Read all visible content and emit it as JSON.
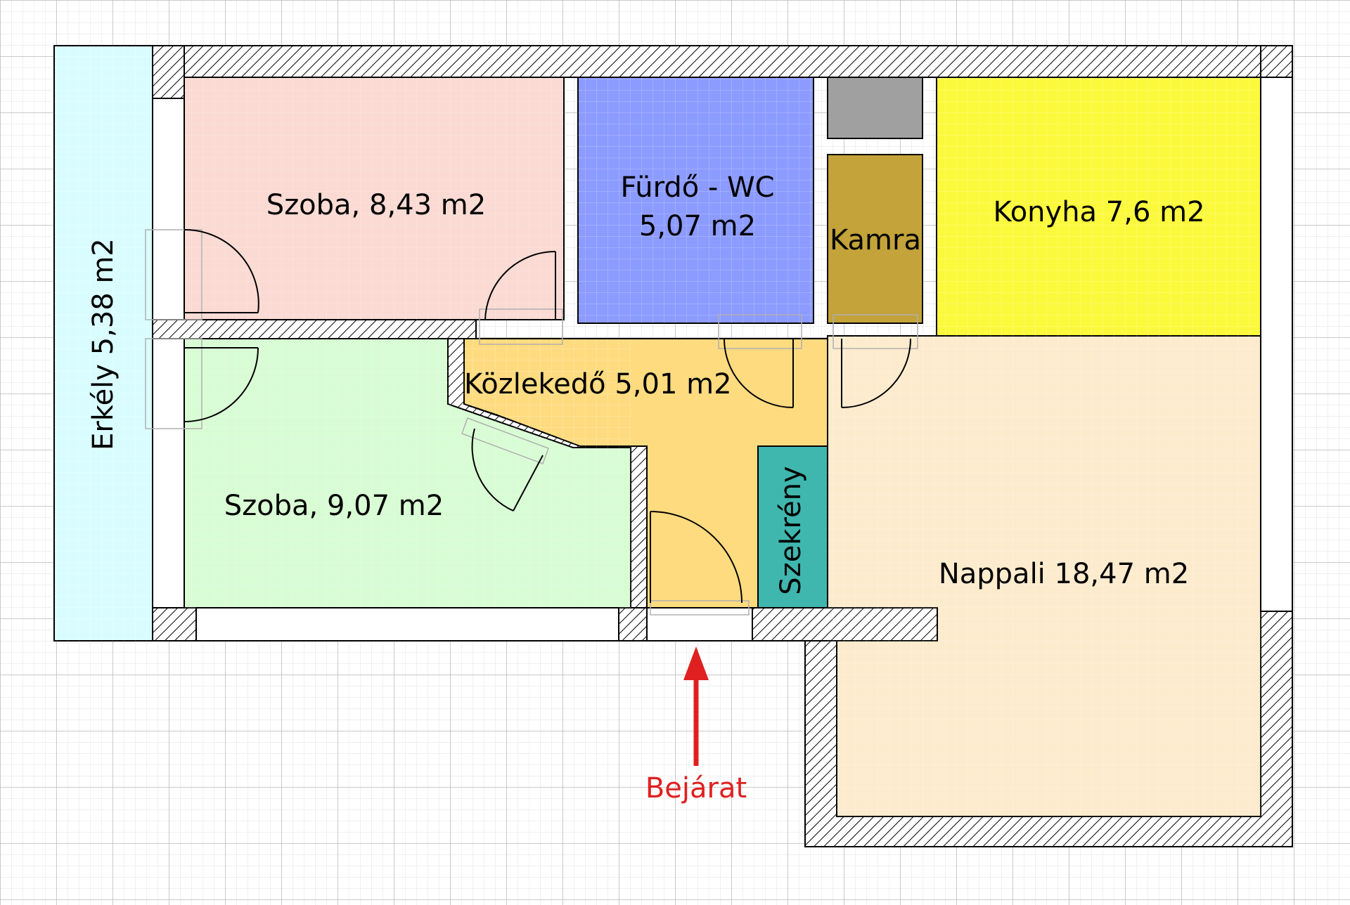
{
  "plan": {
    "rooms": [
      {
        "id": "erkely",
        "label": "Erkély 5,38 m2",
        "color": "#d9fdff"
      },
      {
        "id": "szoba1",
        "label": "Szoba, 8,43 m2",
        "color": "#fadad3"
      },
      {
        "id": "furdo",
        "label_line1": "Fürdő - WC",
        "label_line2": "5,07 m2",
        "color": "#8c9bff"
      },
      {
        "id": "kamra",
        "label": "Kamra",
        "color": "#c3a33a"
      },
      {
        "id": "storage",
        "label": "",
        "color": "#a0a0a0"
      },
      {
        "id": "konyha",
        "label": "Konyha 7,6 m2",
        "color": "#fbf93c"
      },
      {
        "id": "kozlekedo",
        "label": "Közlekedő 5,01 m2",
        "color": "#fedb7f"
      },
      {
        "id": "szoba2",
        "label": "Szoba, 9,07 m2",
        "color": "#d8fcd4"
      },
      {
        "id": "szekreny",
        "label": "Szekrény",
        "color": "#3fb6ae"
      },
      {
        "id": "nappali",
        "label": "Nappali 18,47 m2",
        "color": "#fdebcd"
      }
    ],
    "entrance": {
      "label": "Bejárat",
      "color": "#e02020"
    },
    "wall_color": "#000000",
    "grid_color": "#cfcfcf"
  }
}
